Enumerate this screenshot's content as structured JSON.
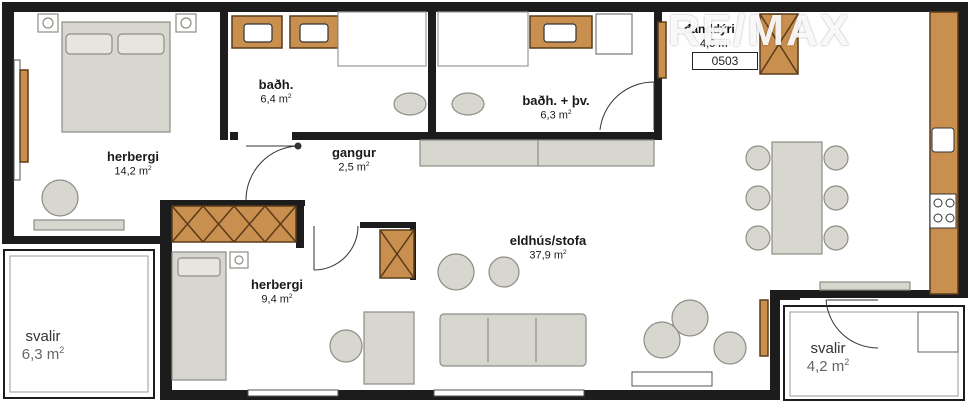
{
  "rooms": {
    "bedroom_main": {
      "name": "herbergi",
      "area": "14,2",
      "unit": "m"
    },
    "bathroom_1": {
      "name": "baðh.",
      "area": "6,4",
      "unit": "m"
    },
    "bathroom_2": {
      "name": "baðh. + þv.",
      "area": "6,3",
      "unit": "m"
    },
    "hallway": {
      "name": "gangur",
      "area": "2,5",
      "unit": "m"
    },
    "bedroom_small": {
      "name": "herbergi",
      "area": "9,4",
      "unit": "m"
    },
    "kitchen_living": {
      "name": "eldhús/stofa",
      "area": "37,9",
      "unit": "m"
    },
    "balcony_left": {
      "name": "svalir",
      "area": "6,3",
      "unit": "m"
    },
    "balcony_right": {
      "name": "svalir",
      "area": "4,2",
      "unit": "m"
    },
    "utility": {
      "name": "ᵭanddýri",
      "area": "4,6",
      "unit": "m"
    }
  },
  "unit_code": "0503",
  "watermark": "RE/MAX",
  "colors": {
    "wall": "#1c1c1c",
    "cabinet_wood": "#c98f4e",
    "furniture": "#d8d7cf",
    "furniture_stroke": "#8d8d86",
    "floor": "#ffffff"
  }
}
